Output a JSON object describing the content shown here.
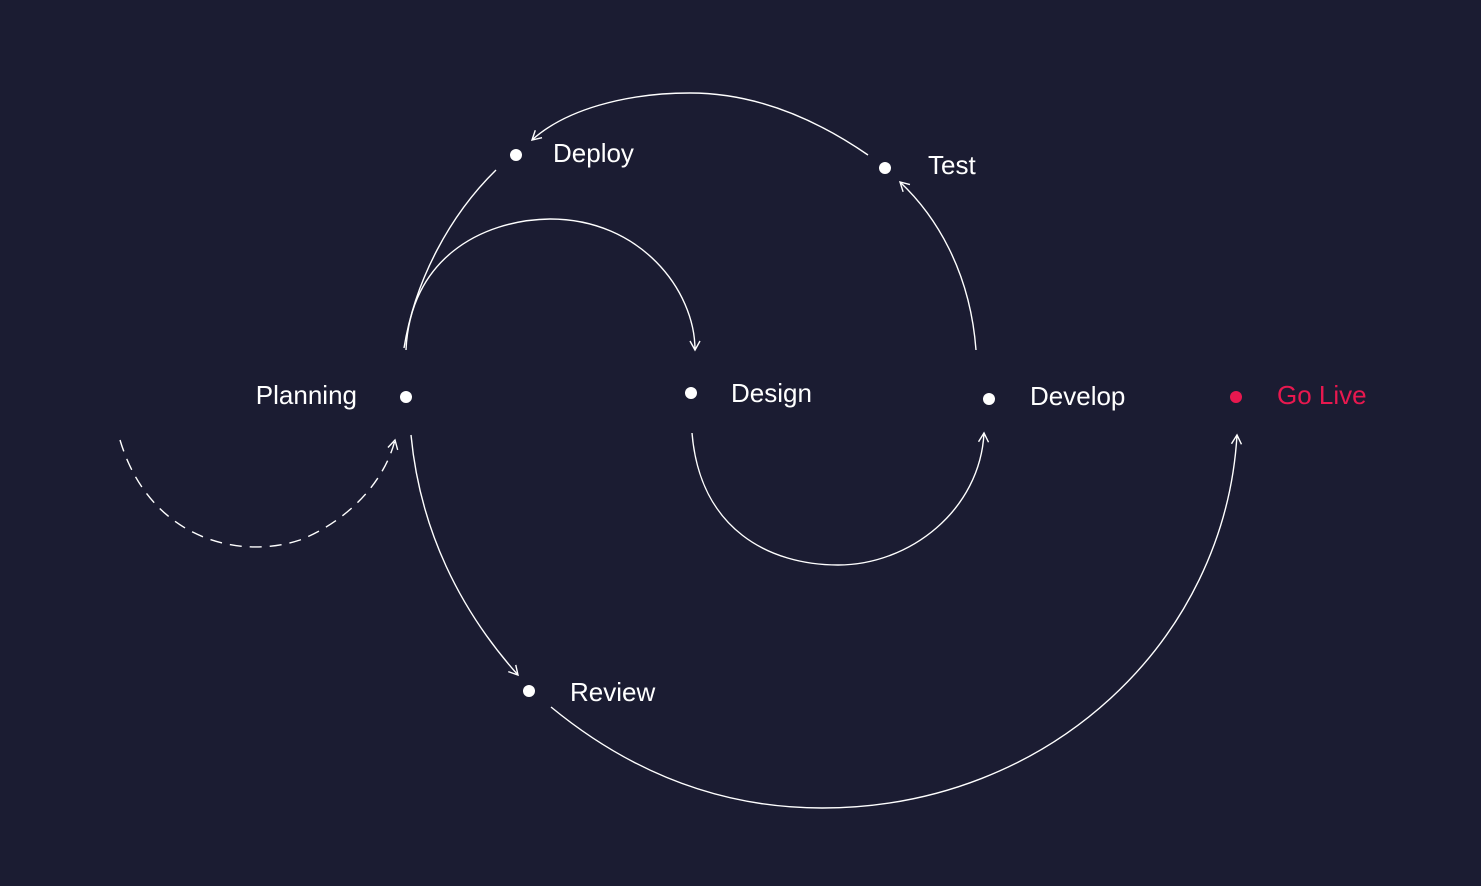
{
  "colors": {
    "background": "#1b1c32",
    "line": "#ffffff",
    "node": "#ffffff",
    "highlight": "#e8184f"
  },
  "nodes": [
    {
      "id": "planning",
      "label": "Planning",
      "highlight": false
    },
    {
      "id": "design",
      "label": "Design",
      "highlight": false
    },
    {
      "id": "develop",
      "label": "Develop",
      "highlight": false
    },
    {
      "id": "test",
      "label": "Test",
      "highlight": false
    },
    {
      "id": "deploy",
      "label": "Deploy",
      "highlight": false
    },
    {
      "id": "review",
      "label": "Review",
      "highlight": false
    },
    {
      "id": "go_live",
      "label": "Go Live",
      "highlight": true
    }
  ],
  "edges": [
    {
      "from": "start",
      "to": "planning",
      "style": "dashed"
    },
    {
      "from": "planning",
      "to": "design",
      "style": "solid"
    },
    {
      "from": "design",
      "to": "develop",
      "style": "solid"
    },
    {
      "from": "develop",
      "to": "test",
      "style": "solid"
    },
    {
      "from": "test",
      "to": "deploy",
      "style": "solid"
    },
    {
      "from": "deploy",
      "to": "planning",
      "style": "solid"
    },
    {
      "from": "planning",
      "to": "review",
      "style": "solid"
    },
    {
      "from": "review",
      "to": "go_live",
      "style": "solid"
    }
  ]
}
